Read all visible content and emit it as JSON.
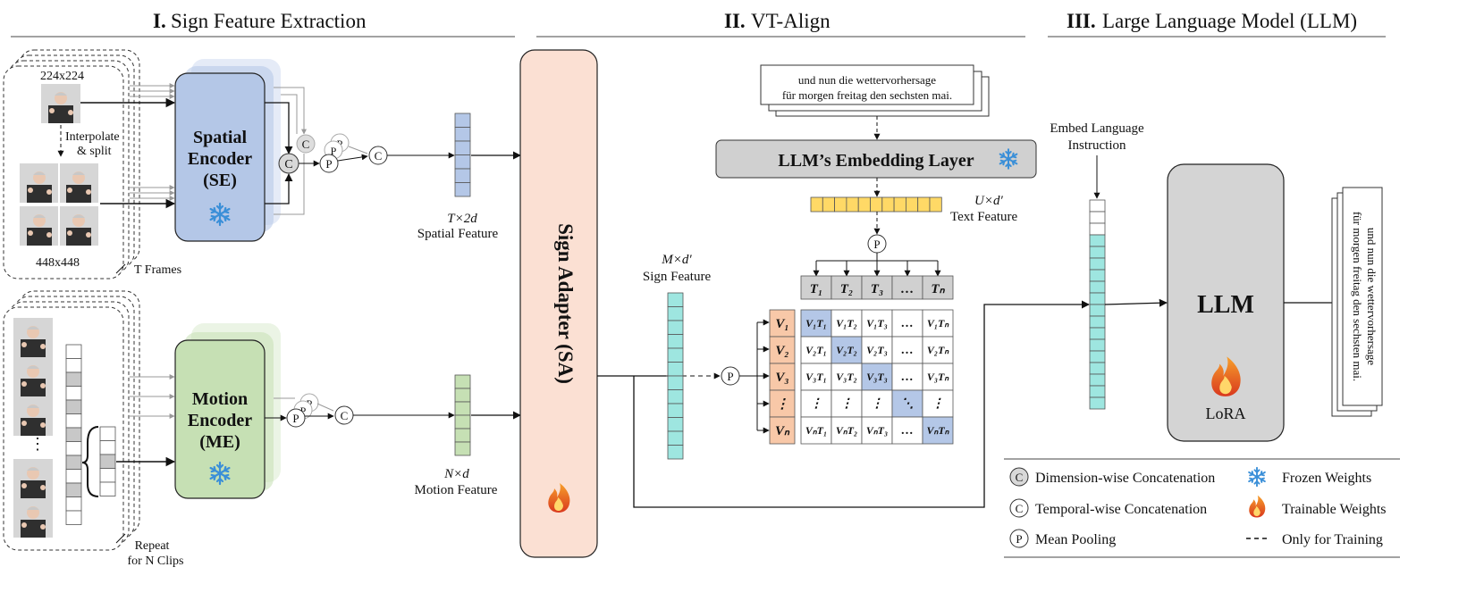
{
  "sections": {
    "s1_num": "I.",
    "s1_title": "Sign Feature Extraction",
    "s2_num": "II.",
    "s2_title": "VT-Align",
    "s3_num": "III.",
    "s3_title": "Large Language Model (LLM)"
  },
  "spatial": {
    "res_small": "224x224",
    "interp_1": "Interpolate",
    "interp_2": "& split",
    "res_large": "448x448",
    "frames_label": "T Frames",
    "encoder_l1": "Spatial",
    "encoder_l2": "Encoder",
    "encoder_l3": "(SE)",
    "dim": "T×2d",
    "feature_label": "Spatial Feature"
  },
  "motion": {
    "clips_l1": "Repeat",
    "clips_l2": "for N Clips",
    "ellipsis": "⋮",
    "encoder_l1": "Motion",
    "encoder_l2": "Encoder",
    "encoder_l3": "(ME)",
    "dim": "N×d",
    "feature_label": "Motion Feature"
  },
  "adapter": {
    "label": "Sign Adapter (SA)"
  },
  "align": {
    "text_line1": "und nun die wettervorhersage",
    "text_line2": "für morgen freitag den sechsten mai.",
    "embedding_layer": "LLM’s Embedding Layer",
    "text_dim": "U×d′",
    "text_feature": "Text Feature",
    "sign_dim": "M×d′",
    "sign_feature": "Sign Feature",
    "col_headers": [
      "T₁",
      "T₂",
      "T₃",
      "…",
      "Tₙ"
    ],
    "row_headers": [
      "V₁",
      "V₂",
      "V₃",
      "⋮",
      "Vₙ"
    ],
    "cells": [
      [
        "V₁T₁",
        "V₁T₂",
        "V₁T₃",
        "…",
        "V₁Tₙ"
      ],
      [
        "V₂T₁",
        "V₂T₂",
        "V₂T₃",
        "…",
        "V₂Tₙ"
      ],
      [
        "V₃T₁",
        "V₃T₂",
        "V₃T₃",
        "…",
        "V₃Tₙ"
      ],
      [
        "⋮",
        "⋮",
        "⋮",
        "⋱",
        "⋮"
      ],
      [
        "VₙT₁",
        "VₙT₂",
        "VₙT₃",
        "…",
        "VₙTₙ"
      ]
    ]
  },
  "llm": {
    "instruction_l1": "Embed Language",
    "instruction_l2": "Instruction",
    "label": "LLM",
    "lora": "LoRA",
    "out_line1": "und nun die wettervorhersage",
    "out_line2": "für morgen freitag den sechsten mai."
  },
  "legend": {
    "dim_concat": "Dimension-wise Concatenation",
    "temp_concat": "Temporal-wise Concatenation",
    "mean_pool": "Mean Pooling",
    "frozen": "Frozen Weights",
    "trainable": "Trainable Weights",
    "training_only": "Only for Training"
  },
  "glyphs": {
    "c": "C",
    "p": "P"
  },
  "icons": {
    "frozen": "snowflake-icon",
    "trainable": "flame-icon"
  },
  "colors": {
    "spatial": "#b4c7e7",
    "motion": "#c6e0b4",
    "adapter": "#fbe0d3",
    "embedding": "#d0d0d0",
    "text_feature": "#ffd966",
    "sign_feature": "#9ee6e0",
    "diag_cell": "#b4c7e7",
    "row_header": "#f8c8a8",
    "llm": "#d4d4d4",
    "snowflake": "#3a8fd8",
    "flame": "#e8501c"
  }
}
